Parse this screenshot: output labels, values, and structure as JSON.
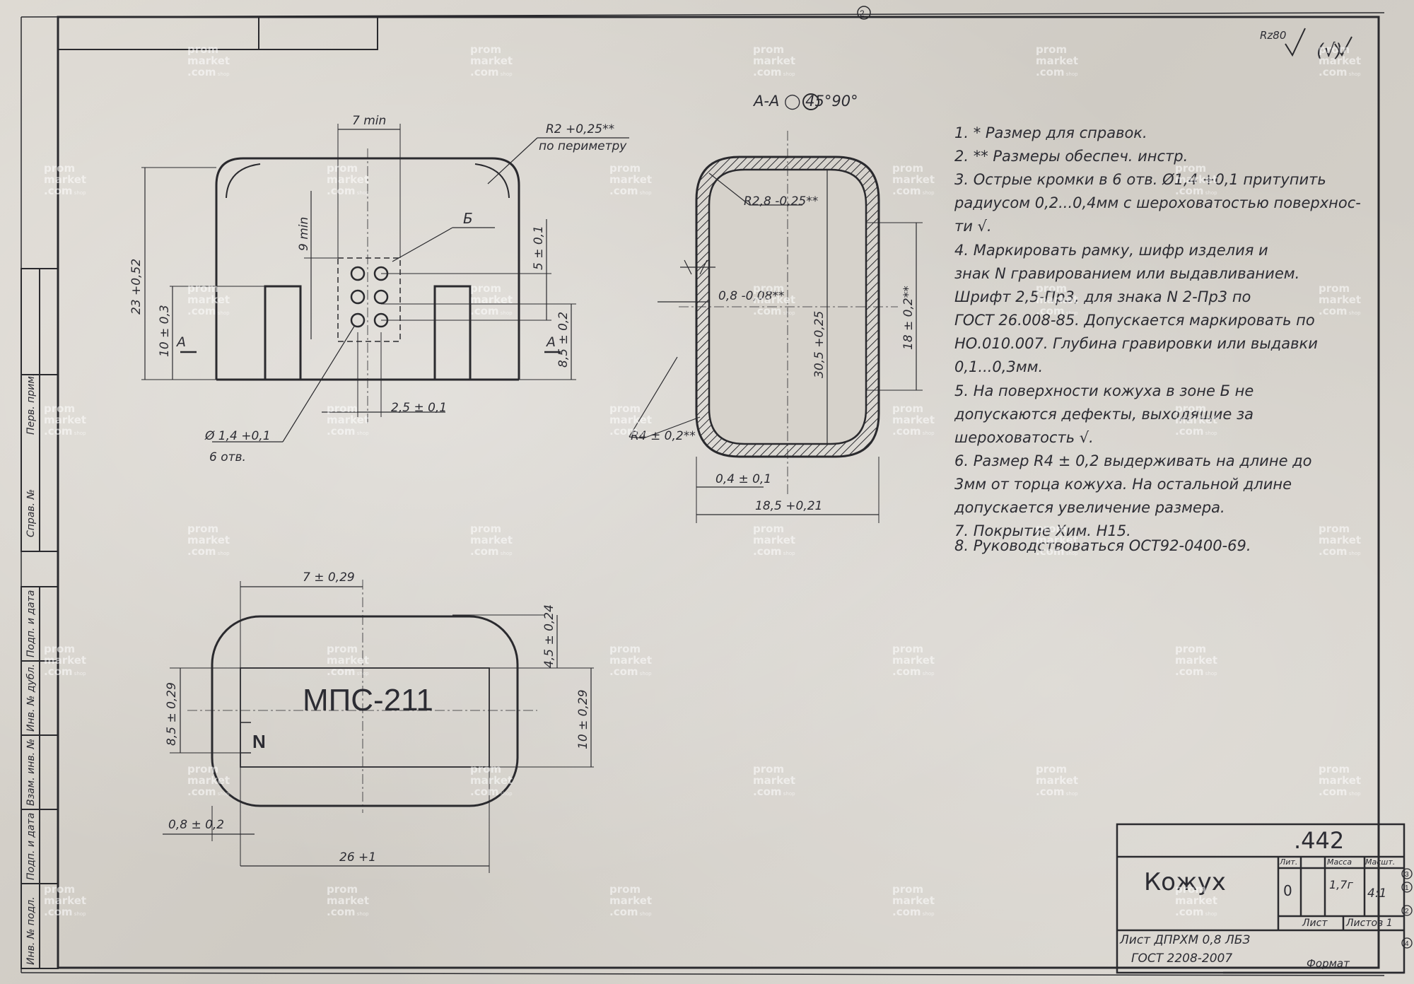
{
  "sheet_number": "2",
  "roughness": {
    "main": "Rz80",
    "bracket": "(√)"
  },
  "section_label": "A-A ◯ 45°90°",
  "front_view": {
    "dim_7min": "7 min",
    "dim_r2": "R2 +0,25**",
    "dim_perimeter": "по периметру",
    "dim_9min": "9 min",
    "dim_b": "Б",
    "dim_23": "23 +0,52",
    "dim_10": "10 ± 0,3",
    "dim_5": "5 ± 0,1",
    "dim_85": "8,5 ± 0,2",
    "dim_25": "2,5 ± 0,1",
    "dim_hole": "Ø 1,4 +0,1",
    "dim_holes_count": "6 отв.",
    "section_a_left": "A",
    "section_a_right": "A"
  },
  "section_view": {
    "dim_r28": "R2,8 -0,25**",
    "dim_08": "0,8 -0,08**",
    "dim_305": "30,5 +0,25",
    "dim_18": "18 ± 0,2**",
    "dim_r4": "R4 ± 0,2**",
    "dim_04": "0,4 ± 0,1",
    "dim_185": "18,5 +0,21"
  },
  "marking_view": {
    "dim_7": "7 ± 0,29",
    "dim_45": "4,5 ± 0,24",
    "dim_85": "8,5 ± 0,29",
    "dim_10": "10 ± 0,29",
    "dim_08": "0,8 ± 0,2",
    "dim_26": "26 +1",
    "marking_text": "МПС-211",
    "marking_symbol": "N"
  },
  "notes": [
    "1. * Размер для справок.",
    "2. ** Размеры обеспеч. инстр.",
    "3. Острые кромки в 6 отв. Ø1,4 +0,1 притупить",
    "радиусом 0,2...0,4мм с шероховатостью поверхнос-",
    "ти √.",
    "4. Маркировать рамку, шифр изделия и",
    "знак N гравированием или выдавливанием.",
    "Шрифт 2,5-Пр3, для знака N 2-Пр3 по",
    "ГОСТ 26.008-85. Допускается маркировать по",
    "НО.010.007. Глубина гравировки или выдавки",
    "0,1...0,3мм.",
    "5. На поверхности кожуха в зоне Б не",
    "допускаются дефекты, выходящие за",
    "шероховатость √.",
    "6. Размер R4 ± 0,2 выдерживать на длине до",
    "3мм от торца кожуха. На остальной длине",
    "допускается увеличение размера.",
    "7. Покрытие Хим. Н15.",
    "8. Руководствоваться ОСТ92-0400-69."
  ],
  "title_block": {
    "designation": ".442",
    "name": "Кожух",
    "col_lit": "Лит.",
    "col_mass": "Масса",
    "col_scale": "Масшт.",
    "lit_value": "0",
    "mass_value": "1,7г",
    "scale_value": "4:1",
    "sheet_label": "Лист",
    "sheets_label": "Листов 1",
    "material_line1": "Лист ДПРХМ 0,8 ЛБЗ",
    "material_line2": "ГОСТ 2208-2007",
    "format_label": "Формат"
  },
  "left_strip": {
    "perv": "Перв. прим.",
    "sprav": "Справ. №",
    "inv_podl": "Инв. № подл.",
    "podp_data_1": "Подп. и дата",
    "vzam_inv": "Взам. инв. №",
    "inv_dubl": "Инв. № дубл.",
    "podp_data_2": "Подп. и дата"
  },
  "right_edge_marks": [
    "3",
    "1",
    "2",
    "4"
  ],
  "watermark": {
    "line1": "prom",
    "line2": "market",
    "line3": ".com",
    "small": "shop"
  },
  "colors": {
    "paper": "#d6d2cb",
    "ink": "#2a2a2e",
    "watermark": "#ffffff"
  }
}
